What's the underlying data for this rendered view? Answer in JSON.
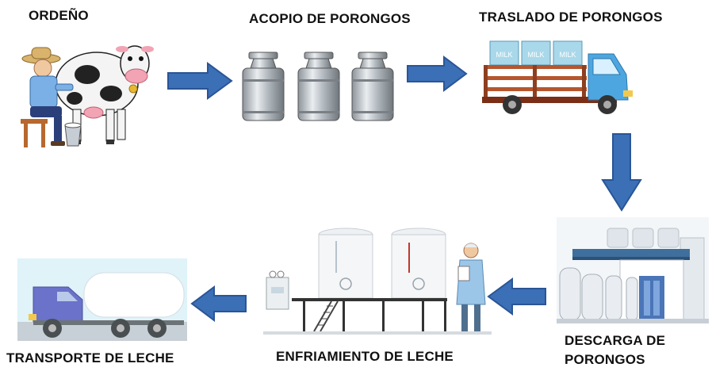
{
  "steps": {
    "ordeno": "ORDEÑO",
    "acopio": "ACOPIO DE PORONGOS",
    "traslado": "TRASLADO DE PORONGOS",
    "descarga_line1": "DESCARGA DE",
    "descarga_line2": "PORONGOS",
    "enfriamiento": "ENFRIAMIENTO DE LECHE",
    "transporte": "TRANSPORTE DE  LECHE"
  },
  "truck_crate_text": "MILK",
  "colors": {
    "arrow": "#3b6fb6",
    "arrow_edge": "#2a5596",
    "truck_cab": "#4da6e0",
    "truck_rails": "#b5562f",
    "tanker_cab": "#6a72c9",
    "tanker_background": "#dff3f9"
  }
}
